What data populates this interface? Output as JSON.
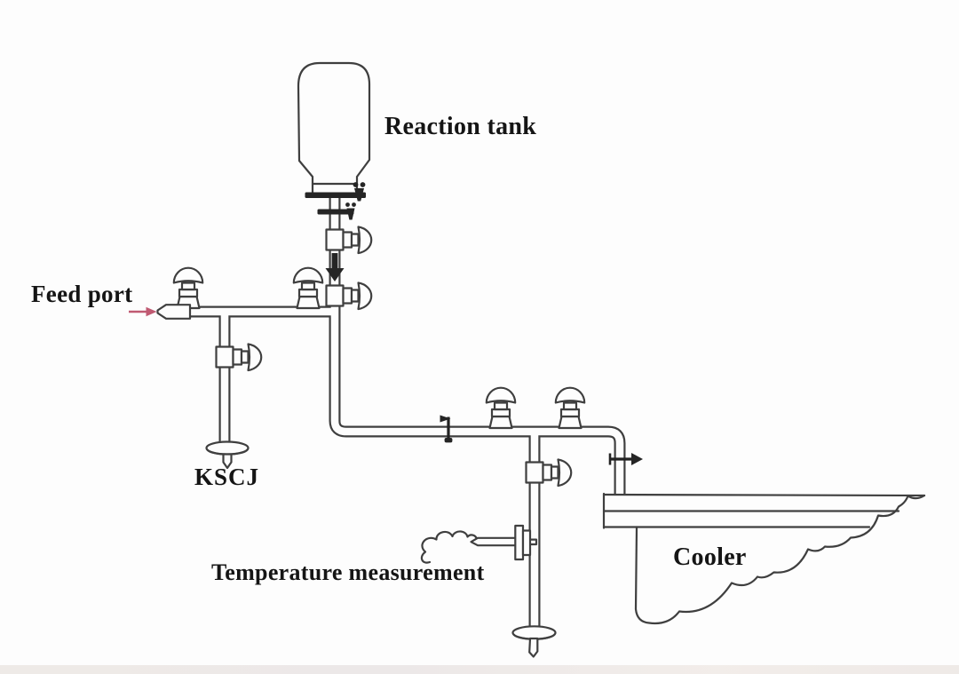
{
  "diagram": {
    "type": "process-piping-diagram",
    "labels": {
      "reaction_tank": "Reaction tank",
      "feed_port": "Feed port",
      "kscj": "KSCJ",
      "temperature_measurement": "Temperature measurement",
      "cooler": "Cooler"
    },
    "components": {
      "top_valves": 4,
      "side_valves": 4,
      "clamps": 4,
      "spray_discs": 2
    },
    "colors": {
      "line": "#3f3f3f",
      "label_text": "#151515",
      "feed_arrow": "#c05a72",
      "flow_arrow": "#111111",
      "background": "#fdfdfd",
      "bottom_strip": "#eae5e2"
    }
  }
}
